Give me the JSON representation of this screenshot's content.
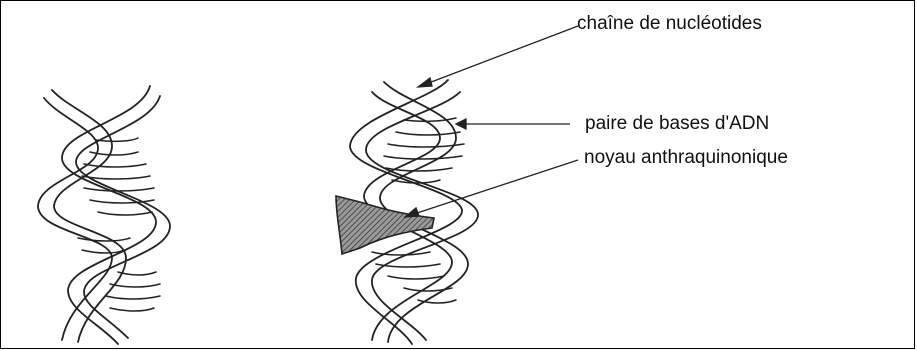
{
  "labels": {
    "nucleotide_chain": "chaîne de nucléotides",
    "dna_base_pair": "paire de bases d'ADN",
    "anthraquinone_core": "noyau anthraquinonique"
  },
  "colors": {
    "stroke": "#222222",
    "hatch_fill": "#7a7a7a"
  }
}
